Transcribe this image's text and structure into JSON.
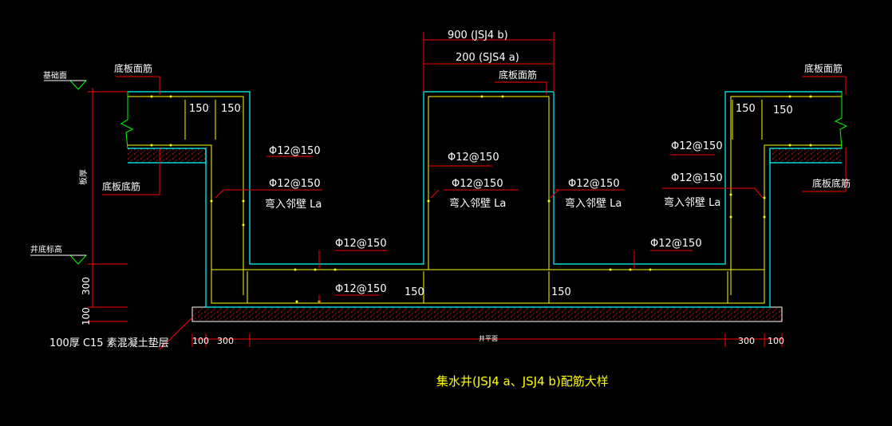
{
  "drawing": {
    "title": "集水井(JSJ4 a、JSJ4 b)配筋大样",
    "colors": {
      "background": "#000000",
      "slab_outline": "#00ffff",
      "rebar": "#ffff00",
      "dimension": "#ff0000",
      "text": "#ffffff",
      "title": "#ffff00",
      "concrete_hatch": "#ff2020",
      "level_marker": "#00ff00"
    },
    "labels": {
      "left_top_rebar": "底板面筋",
      "left_bottom_rebar": "底板底筋",
      "mid_top_rebar": "底板面筋",
      "right_top_rebar": "底板面筋",
      "right_bottom_rebar": "底板底筋",
      "slab_top_level": "基础面",
      "pit_bottom_level": "井底标高",
      "slab_thickness_label": "板厚",
      "cushion_note": "100厚 C15 素混凝土垫层",
      "width_top": "900 (JSJ4 b)",
      "width_bottom": "200 (SJS4 a)",
      "pit_plan": "井平面",
      "bar_left_1": "Φ12@150",
      "bar_left_2": "Φ12@150",
      "anchor_left": "弯入邻壁 La",
      "bar_mid_1": "Φ12@150",
      "bar_mid_2": "Φ12@150",
      "anchor_mid": "弯入邻壁 La",
      "bar_right_mid_1": "Φ12@150",
      "anchor_right_mid": "弯入邻壁 La",
      "bar_right_1": "Φ12@150",
      "bar_right_2": "Φ12@150",
      "anchor_right": "弯入邻壁 La",
      "bar_floor_left_top": "Φ12@150",
      "bar_floor_left_bottom": "Φ12@150",
      "bar_floor_right_top": "Φ12@150"
    },
    "dimensions": {
      "lap_left_1": "150",
      "lap_left_2": "150",
      "lap_right_1": "150",
      "lap_right_2": "150",
      "wall_left": "150",
      "wall_right": "150",
      "pit_depth": "300",
      "cushion": "100",
      "bottom_left_100": "100",
      "bottom_left_300": "300",
      "bottom_right_300": "300",
      "bottom_right_100": "100"
    }
  }
}
